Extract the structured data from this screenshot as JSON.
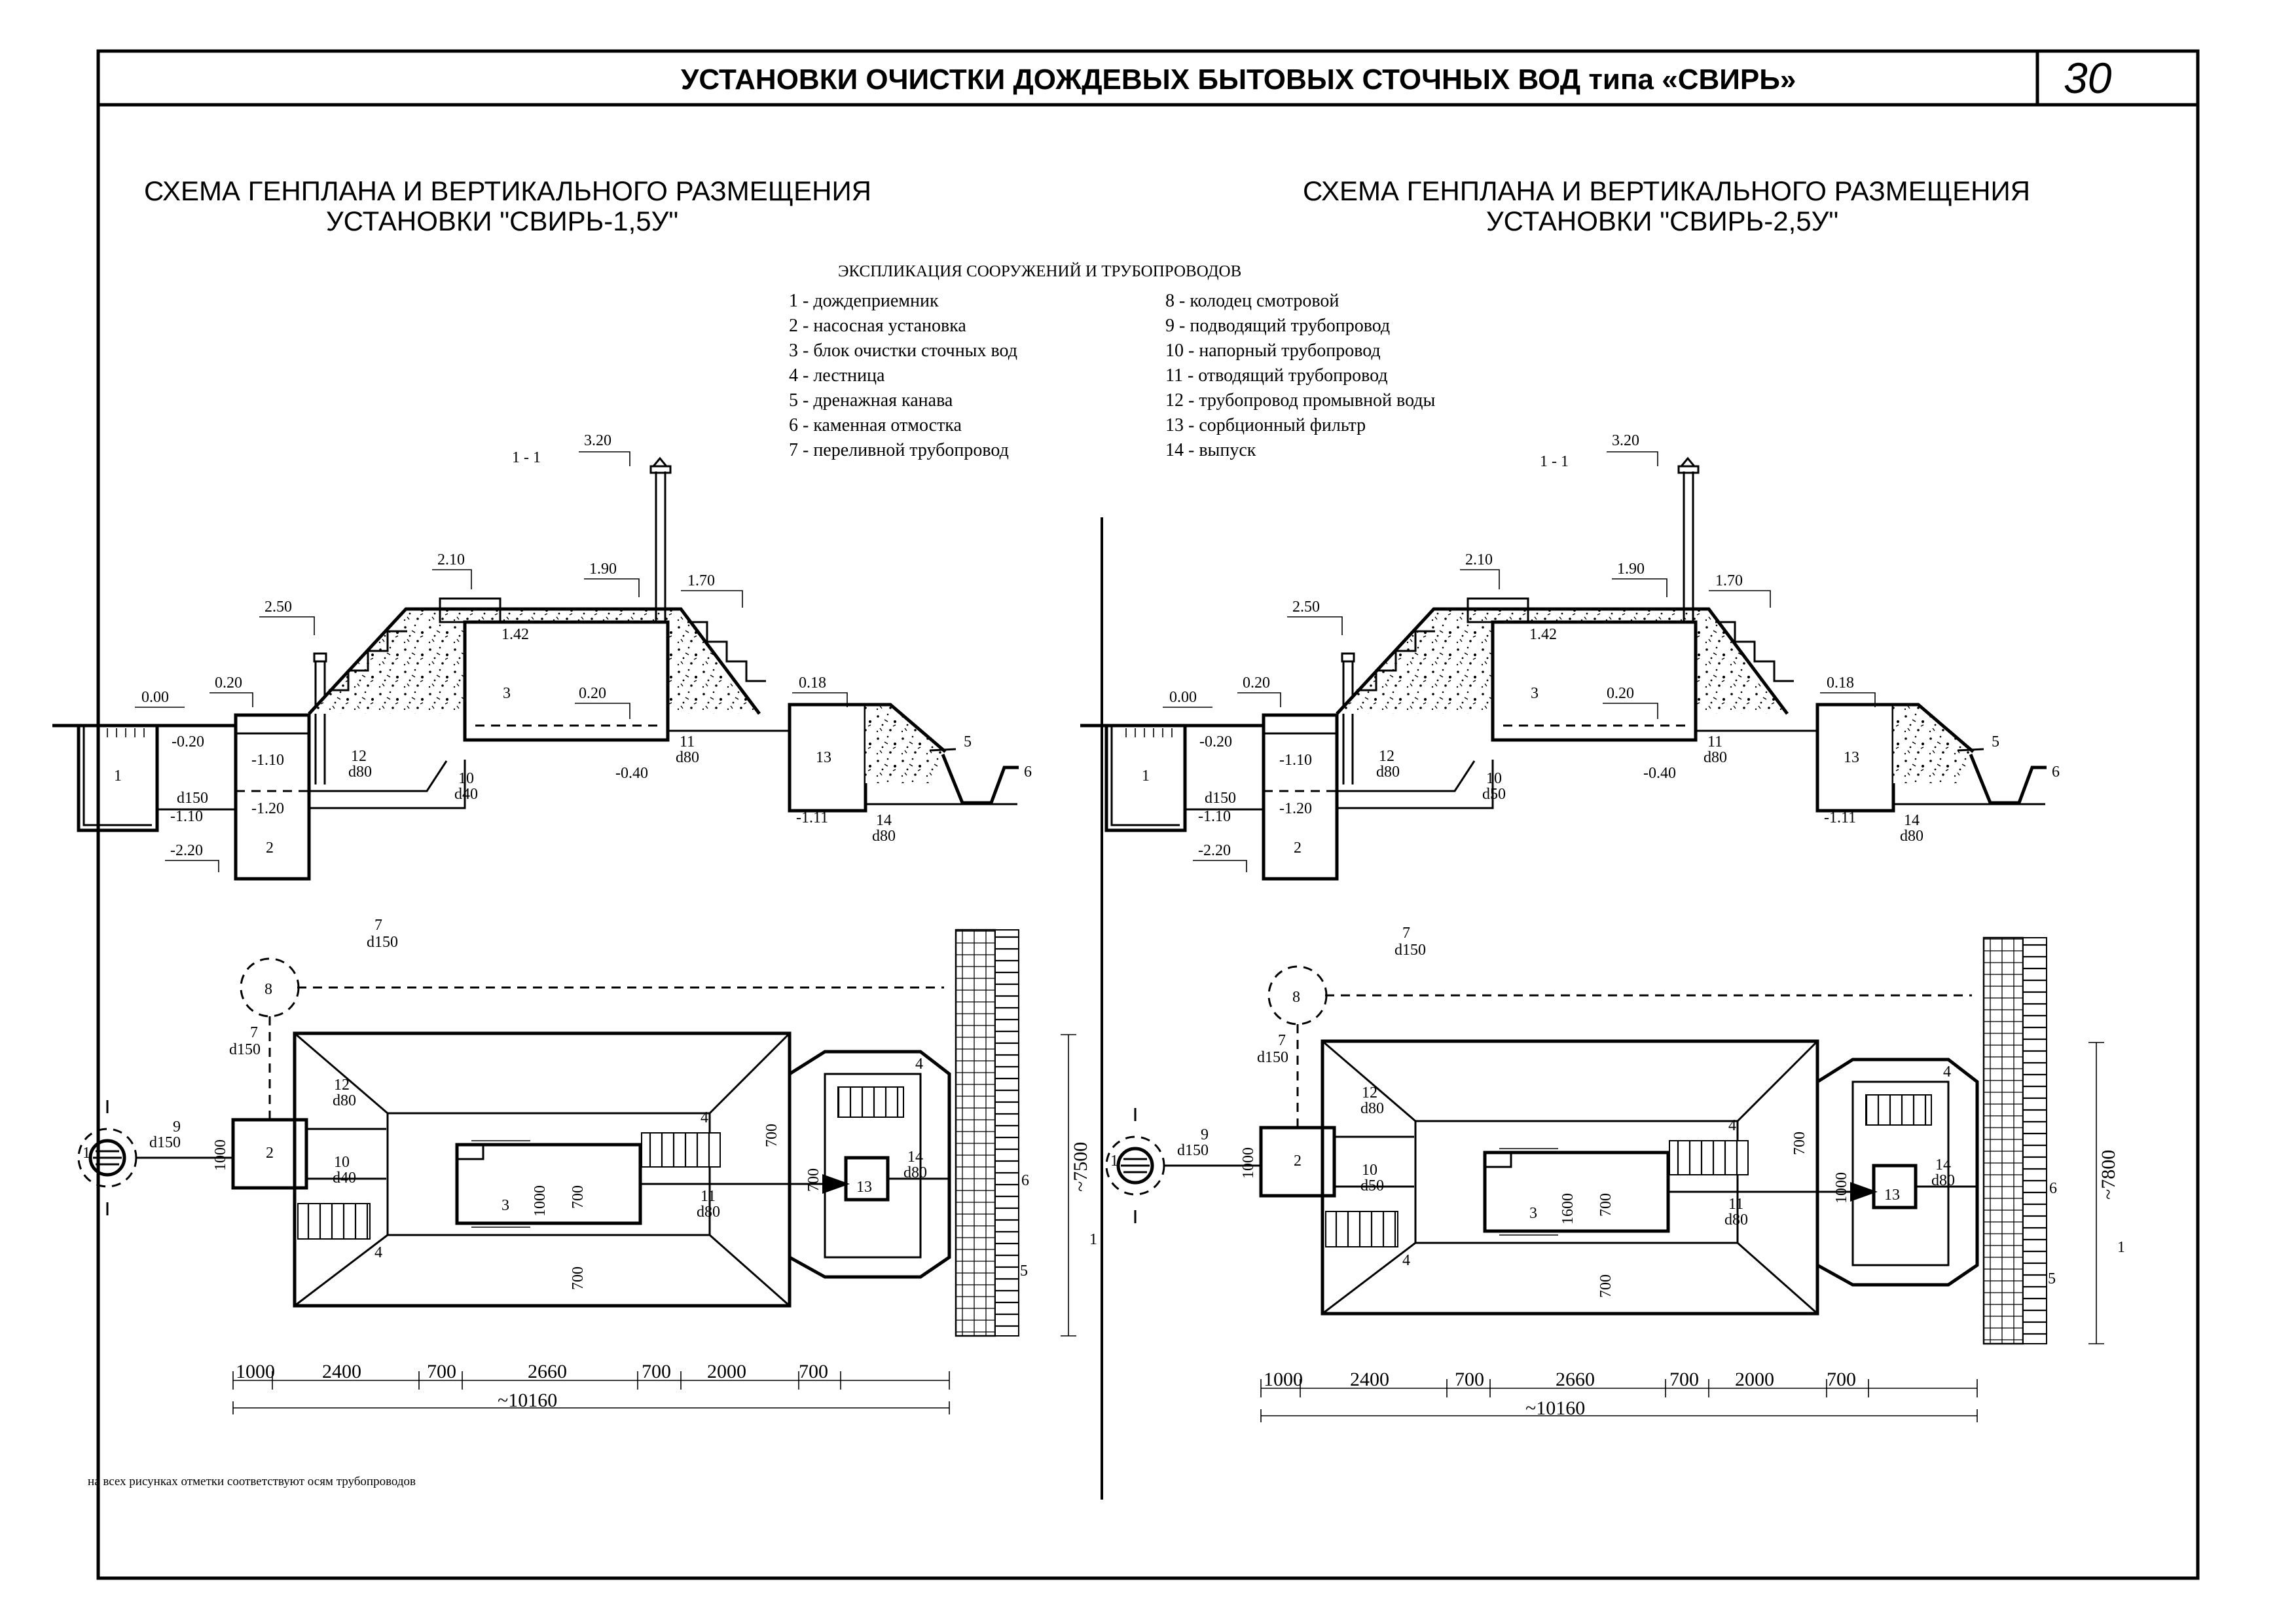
{
  "header": {
    "title": "УСТАНОВКИ ОЧИСТКИ ДОЖДЕВЫХ БЫТОВЫХ СТОЧНЫХ ВОД типа «СВИРЬ»",
    "page_number": "30"
  },
  "left": {
    "title_line1": "СХЕМА ГЕНПЛАНА И ВЕРТИКАЛЬНОГО РАЗМЕЩЕНИЯ",
    "title_line2": "УСТАНОВКИ  \"СВИРЬ-1,5У\"",
    "section_label": "1 - 1",
    "section_elevations": [
      "3.20",
      "2.10",
      "1.90",
      "1.70",
      "2.50",
      "1.42",
      "0.00",
      "0.20",
      "-0.20",
      "0.20",
      "0.18",
      "-1.10",
      "-1.20",
      "-1.10",
      "-2.20",
      "-0.40",
      "-1.11"
    ],
    "section_labels": {
      "box1": "1",
      "box2": "2",
      "box3": "3",
      "box13": "13",
      "ditch5": "5",
      "ditch6": "6",
      "p12": "12",
      "p12d": "d80",
      "p10": "10",
      "p10d": "d40",
      "p11": "11",
      "p11d": "d80",
      "p14": "14",
      "p14d": "d80",
      "pd150": "d150"
    },
    "plan_labels": {
      "well8": "8",
      "p7a": "7",
      "p7ad": "d150",
      "p7b": "7",
      "p7bd": "d150",
      "p9": "9",
      "p9d": "d150",
      "p12": "12",
      "p12d": "d80",
      "p10": "10",
      "p10d": "d40",
      "p11": "11",
      "p11d": "d80",
      "p14": "14",
      "p14d": "d80",
      "box2": "2",
      "box3": "3",
      "box13": "13",
      "stair4a": "4",
      "stair4b": "4",
      "stair4c": "4",
      "lbl5": "5",
      "lbl6": "6",
      "w1000": "1000",
      "in1000": "1000",
      "in700a": "700",
      "in700b": "700",
      "in700c": "700",
      "b13_700": "700",
      "total_h": "~7500",
      "sec1a": "1",
      "sec1b": "1"
    },
    "dims": [
      "1000",
      "2400",
      "700",
      "2660",
      "700",
      "2000",
      "700"
    ],
    "total": "~10160"
  },
  "right": {
    "title_line1": "СХЕМА ГЕНПЛАНА И ВЕРТИКАЛЬНОГО РАЗМЕЩЕНИЯ",
    "title_line2": "УСТАНОВКИ  \"СВИРЬ-2,5У\"",
    "section_label": "1 - 1",
    "section_elevations": [
      "3.20",
      "2.10",
      "1.90",
      "1.70",
      "2.50",
      "1.42",
      "0.00",
      "0.20",
      "-0.20",
      "0.20",
      "0.18",
      "-1.10",
      "-1.20",
      "-1.10",
      "-2.20",
      "-0.40",
      "-1.11"
    ],
    "section_labels": {
      "box1": "1",
      "box2": "2",
      "box3": "3",
      "box13": "13",
      "ditch5": "5",
      "ditch6": "6",
      "p12": "12",
      "p12d": "d80",
      "p10": "10",
      "p10d": "d50",
      "p11": "11",
      "p11d": "d80",
      "p14": "14",
      "p14d": "d80",
      "pd150": "d150"
    },
    "plan_labels": {
      "well8": "8",
      "p7a": "7",
      "p7ad": "d150",
      "p7b": "7",
      "p7bd": "d150",
      "p9": "9",
      "p9d": "d150",
      "p12": "12",
      "p12d": "d80",
      "p10": "10",
      "p10d": "d50",
      "p11": "11",
      "p11d": "d80",
      "p14": "14",
      "p14d": "d80",
      "box2": "2",
      "box3": "3",
      "box13": "13",
      "stair4a": "4",
      "stair4b": "4",
      "stair4c": "4",
      "lbl5": "5",
      "lbl6": "6",
      "w1000": "1000",
      "in1000": "1600",
      "in700a": "700",
      "in700b": "700",
      "in700c": "700",
      "b13_700": "1000",
      "total_h": "~7800",
      "sec1a": "1",
      "sec1b": "1"
    },
    "dims": [
      "1000",
      "2400",
      "700",
      "2660",
      "700",
      "2000",
      "700"
    ],
    "total": "~10160"
  },
  "legend": {
    "heading": "ЭКСПЛИКАЦИЯ СООРУЖЕНИЙ И ТРУБОПРОВОДОВ",
    "col1": [
      "1 - дождеприемник",
      "2 - насосная установка",
      "3 - блок очистки сточных вод",
      "4 - лестница",
      "5 - дренажная канава",
      "6 - каменная отмостка",
      "7 - переливной трубопровод"
    ],
    "col2": [
      "8 - колодец смотровой",
      "9 - подводящий трубопровод",
      "10 - напорный трубопровод",
      "11 - отводящий трубопровод",
      "12  - трубопровод промывной воды",
      "13 - сорбционный фильтр",
      "14 - выпуск"
    ]
  },
  "footnote": "на всех рисунках отметки соответствуют осям трубопроводов"
}
